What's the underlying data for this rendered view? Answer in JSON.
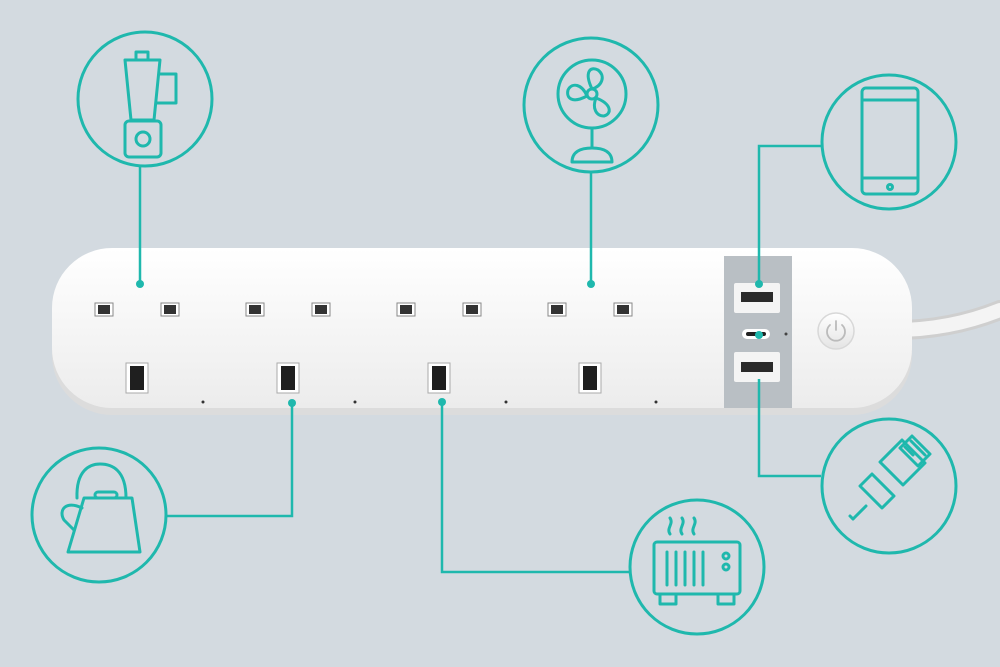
{
  "colors": {
    "background": "#d3dae0",
    "accent": "#1fb8ad",
    "strip_body": "#f7f7f7",
    "strip_edge": "#e2e2e2",
    "socket_slot": "#222222",
    "usb_panel": "#b9bfc4"
  },
  "power_strip": {
    "sockets": 4,
    "usb_a_ports": 2,
    "usb_c_ports": 1
  },
  "appliances": [
    {
      "icon": "blender-icon",
      "connects_to": "socket-1"
    },
    {
      "icon": "fan-icon",
      "connects_to": "socket-4"
    },
    {
      "icon": "kettle-icon",
      "connects_to": "socket-2"
    },
    {
      "icon": "heater-icon",
      "connects_to": "socket-3"
    },
    {
      "icon": "smartphone-icon",
      "connects_to": "usb-a-port-top"
    },
    {
      "icon": "charging-cable-icon",
      "connects_to": "usb-a-port-bottom"
    }
  ]
}
